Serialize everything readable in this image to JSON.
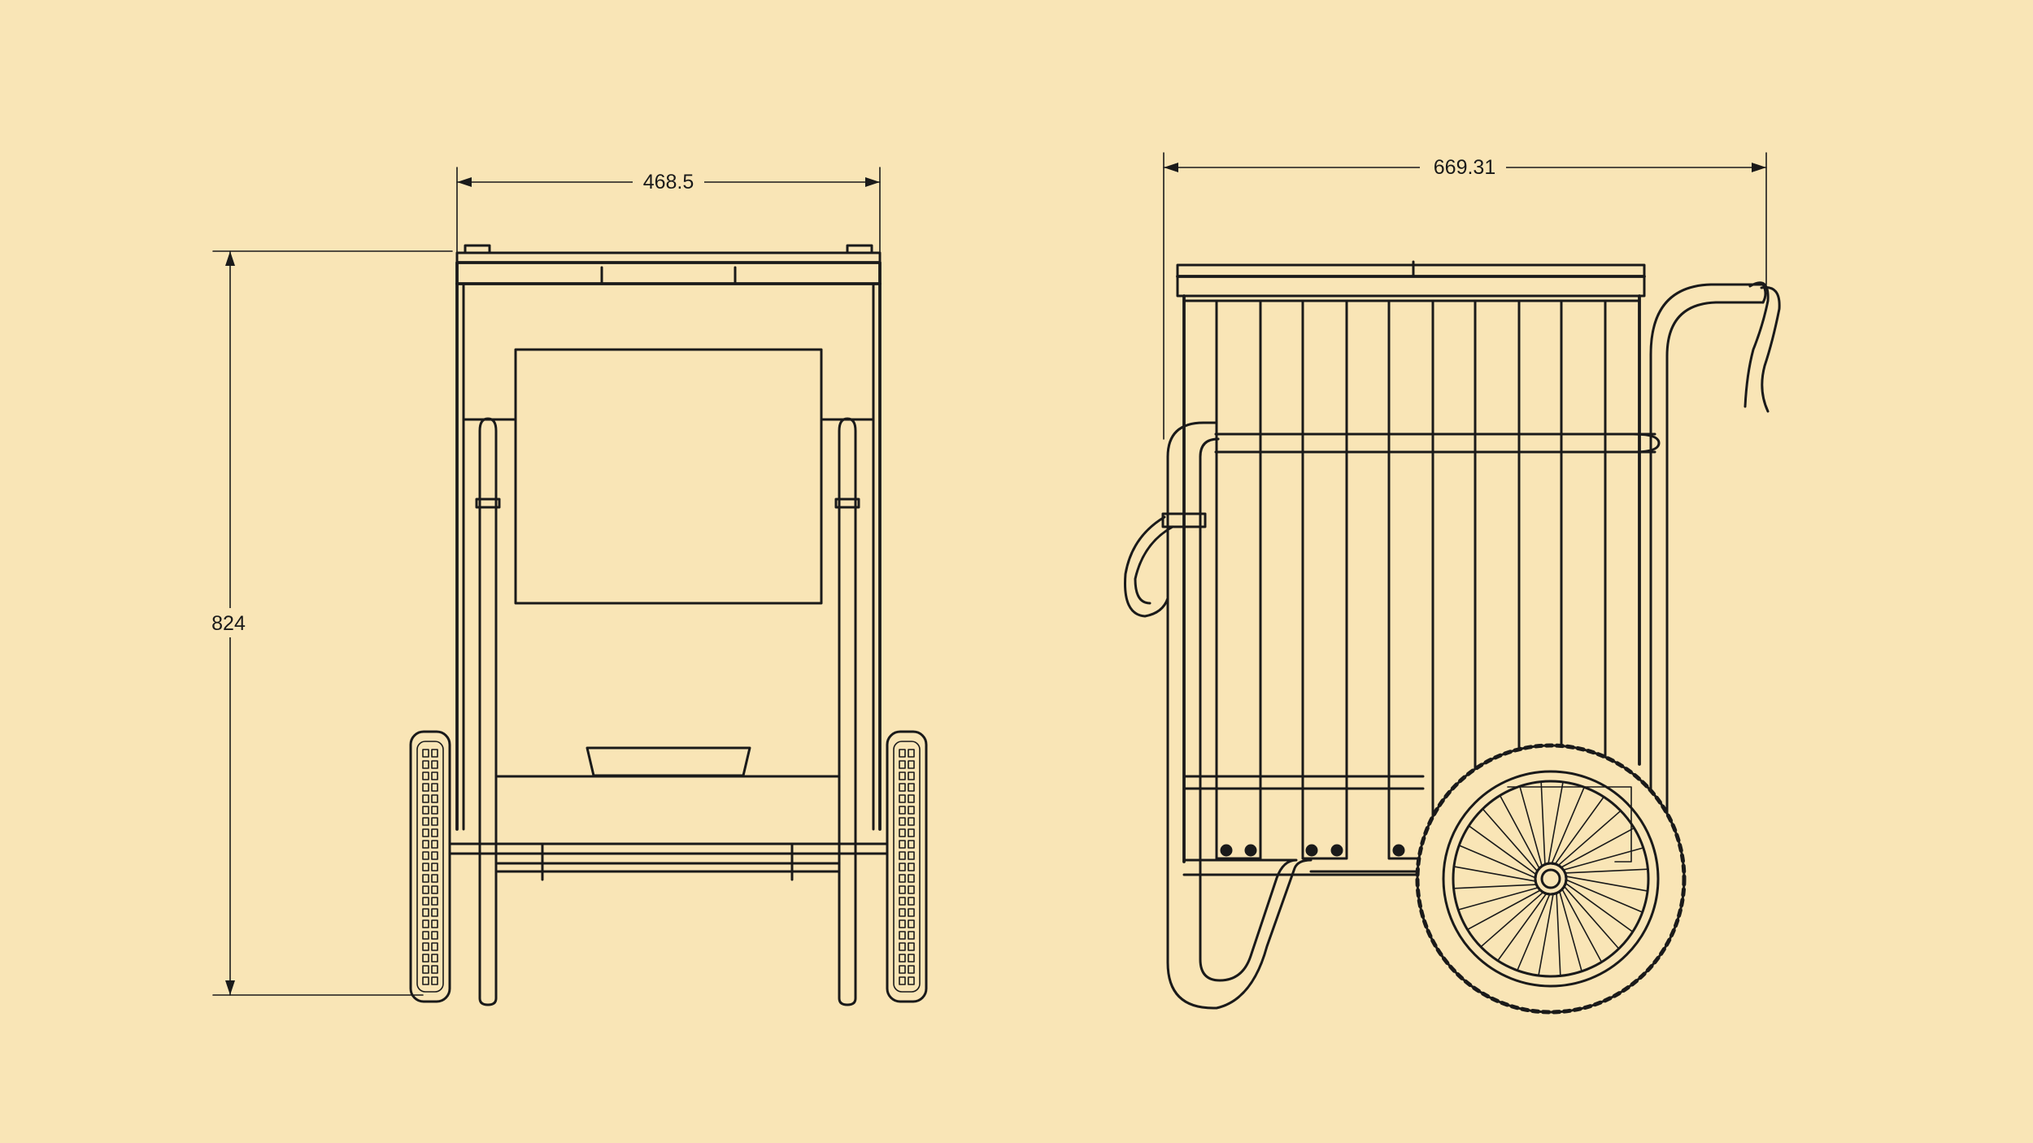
{
  "dimensions": {
    "front_width": "468.5",
    "height": "824",
    "side_length": "669.31"
  },
  "colors": {
    "background": "#f9e5b6",
    "line": "#1a1a1a"
  }
}
